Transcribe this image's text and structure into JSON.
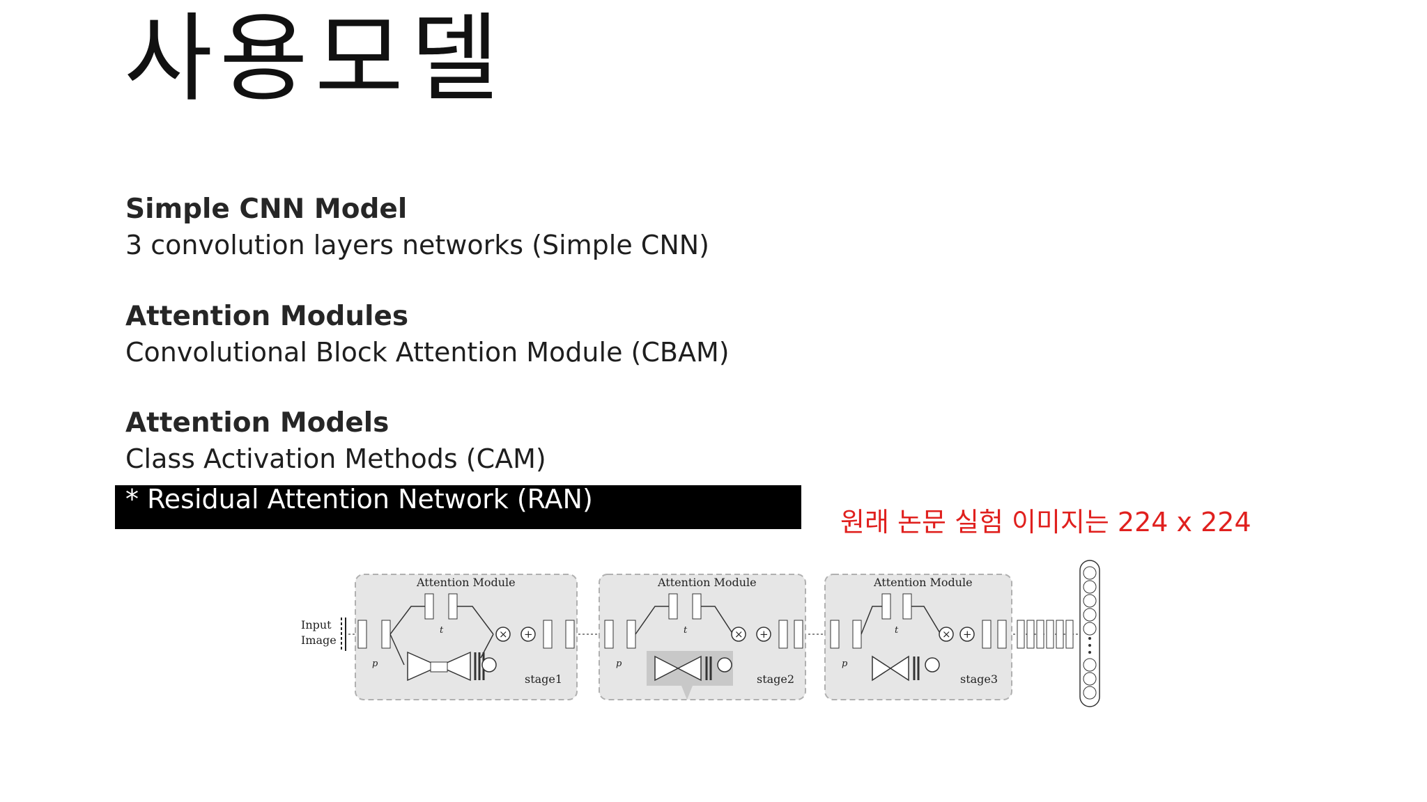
{
  "title": "사용모델",
  "sections": [
    {
      "heading": "Simple CNN Model",
      "lines": [
        "3 convolution layers networks (Simple CNN)"
      ]
    },
    {
      "heading": "Attention Modules",
      "lines": [
        "Convolutional Block Attention Module (CBAM)"
      ]
    },
    {
      "heading": "Attention Models",
      "lines": [
        "Class Activation Methods (CAM)"
      ]
    }
  ],
  "highlight_line": "* Residual Attention Network (RAN)",
  "note": "원래 논문 실험 이미지는 224 x 224",
  "figure": {
    "input_label_1": "Input",
    "input_label_2": "Image",
    "module_label": "Attention Module",
    "stages": [
      "stage1",
      "stage2",
      "stage3"
    ],
    "t_label": "t",
    "p_label": "p"
  },
  "colors": {
    "note": "#e0201e",
    "highlight_bg": "#000000",
    "highlight_text": "#ffffff"
  }
}
